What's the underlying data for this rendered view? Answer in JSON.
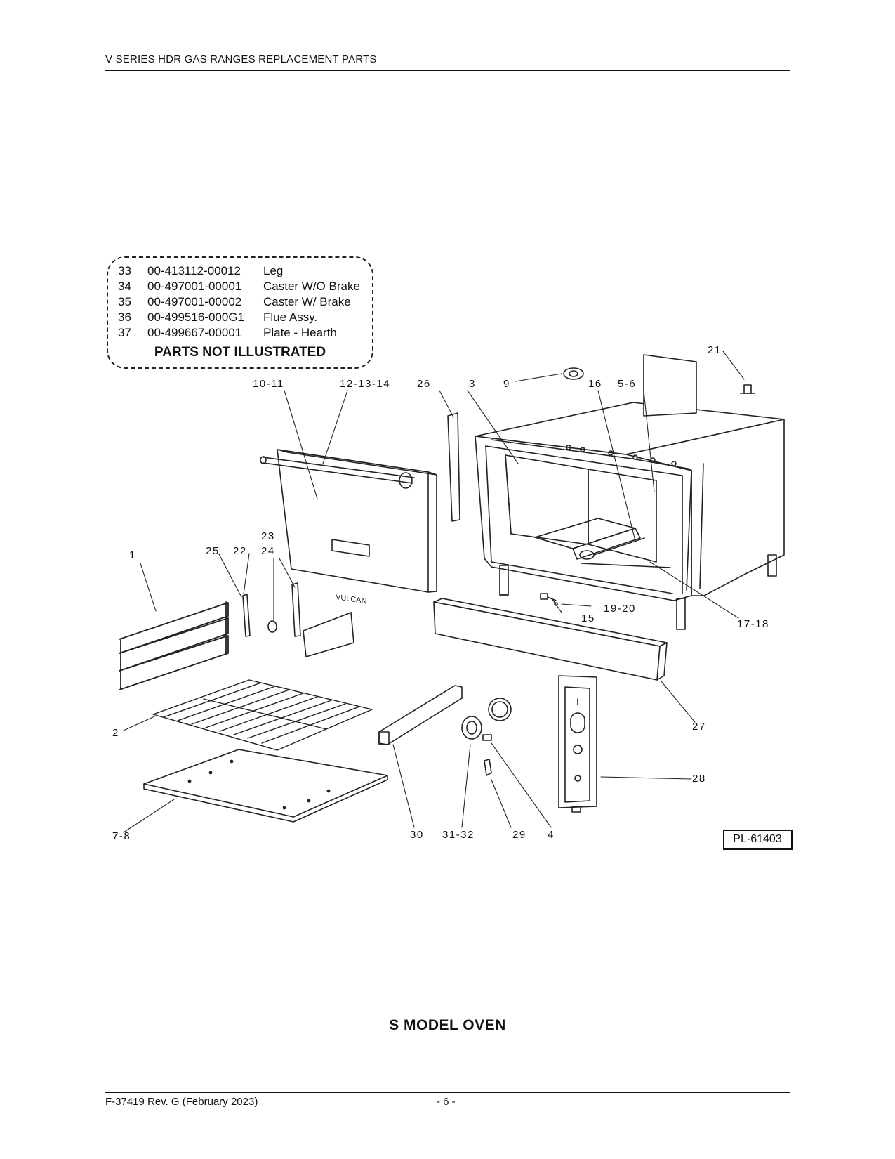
{
  "header": {
    "title": "V SERIES HDR GAS RANGES REPLACEMENT PARTS"
  },
  "parts_not_illustrated": {
    "title": "PARTS NOT ILLUSTRATED",
    "rows": [
      {
        "num": "33",
        "part": "00-413112-00012",
        "desc": "Leg"
      },
      {
        "num": "34",
        "part": "00-497001-00001",
        "desc": "Caster W/O Brake"
      },
      {
        "num": "35",
        "part": "00-497001-00002",
        "desc": "Caster W/ Brake"
      },
      {
        "num": "36",
        "part": "00-499516-000G1",
        "desc": "Flue Assy."
      },
      {
        "num": "37",
        "part": "00-499667-00001",
        "desc": "Plate - Hearth"
      }
    ]
  },
  "callouts": {
    "c1": "1",
    "c2": "2",
    "c3": "3",
    "c4": "4",
    "c5_6": "5-6",
    "c7_8": "7-8",
    "c9": "9",
    "c10_11": "10-11",
    "c12_13_14": "12-13-14",
    "c15": "15",
    "c16": "16",
    "c17_18": "17-18",
    "c19_20": "19-20",
    "c21": "21",
    "c22": "22",
    "c23": "23",
    "c24": "24",
    "c25": "25",
    "c26": "26",
    "c27": "27",
    "c28": "28",
    "c29": "29",
    "c30": "30",
    "c31_32": "31-32"
  },
  "door_brand": "VULCAN",
  "diagram_id": "PL-61403",
  "section_title": "S  MODEL OVEN",
  "footer": {
    "doc": "F-37419 Rev. G (February 2023)",
    "page": "- 6 -"
  }
}
